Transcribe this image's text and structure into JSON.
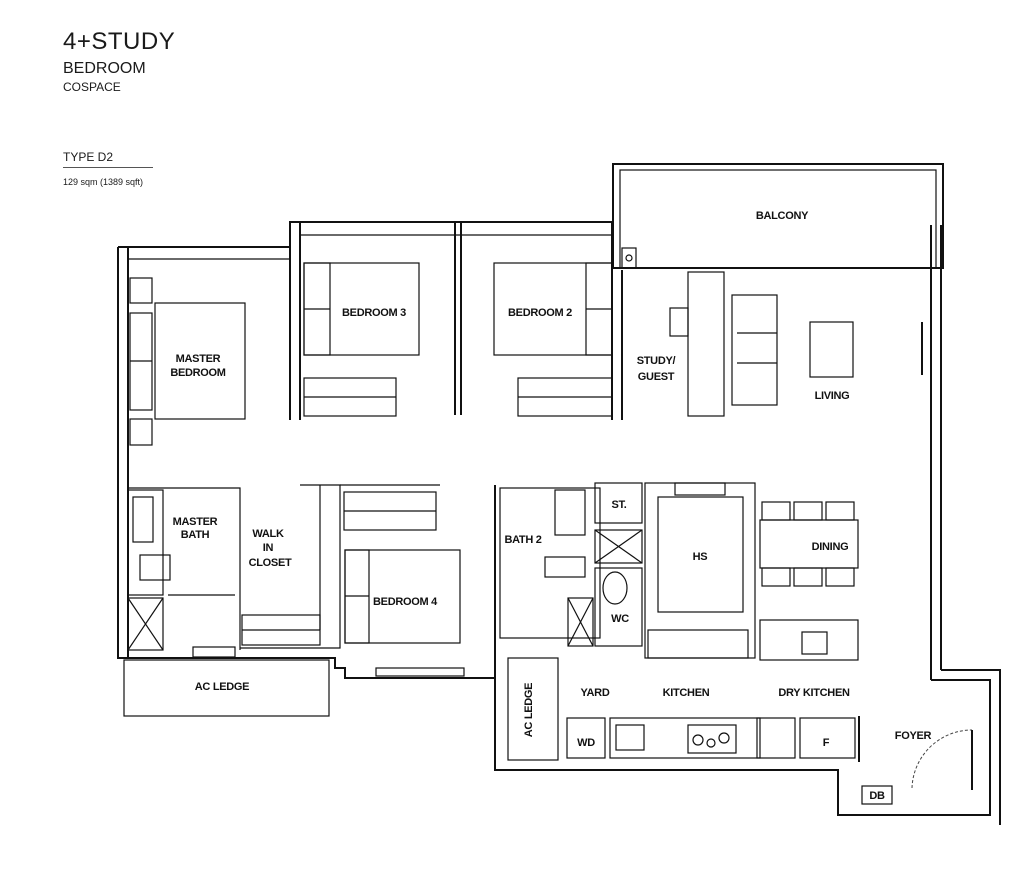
{
  "header": {
    "title": "4+STUDY",
    "subtitle": "BEDROOM",
    "brand": "COSPACE",
    "unit_type": "TYPE D2",
    "area": "129 sqm  (1389 sqft)"
  },
  "rooms": {
    "balcony": "BALCONY",
    "bedroom3": "BEDROOM 3",
    "bedroom2": "BEDROOM 2",
    "master_bedroom_1": "MASTER",
    "master_bedroom_2": "BEDROOM",
    "study_1": "STUDY/",
    "study_2": "GUEST",
    "living": "LIVING",
    "master_bath_1": "MASTER",
    "master_bath_2": "BATH",
    "walk_in_1": "WALK",
    "walk_in_2": "IN",
    "walk_in_3": "CLOSET",
    "bedroom4": "BEDROOM 4",
    "bath2": "BATH 2",
    "store": "ST.",
    "hs": "HS",
    "dining": "DINING",
    "wc": "WC",
    "ac_ledge_left": "AC LEDGE",
    "ac_ledge_right": "AC LEDGE",
    "yard": "YARD",
    "kitchen": "KITCHEN",
    "dry_kitchen": "DRY KITCHEN",
    "wd": "WD",
    "fridge": "F",
    "foyer": "FOYER",
    "db": "DB"
  }
}
